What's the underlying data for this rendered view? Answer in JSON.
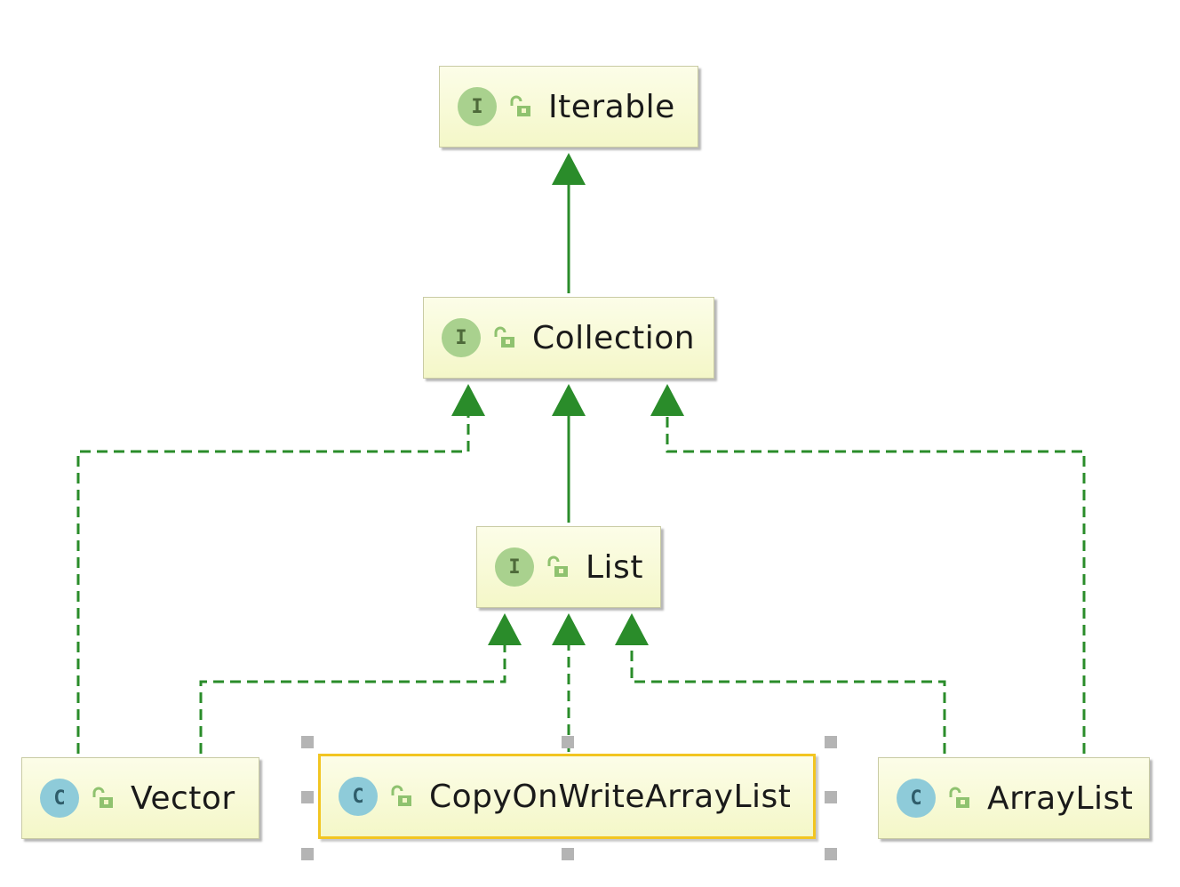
{
  "diagram": {
    "nodes": [
      {
        "id": "iterable",
        "kind": "interface",
        "badge": "I",
        "label": "Iterable"
      },
      {
        "id": "collection",
        "kind": "interface",
        "badge": "I",
        "label": "Collection"
      },
      {
        "id": "list",
        "kind": "interface",
        "badge": "I",
        "label": "List"
      },
      {
        "id": "vector",
        "kind": "class",
        "badge": "C",
        "label": "Vector"
      },
      {
        "id": "cowal",
        "kind": "class",
        "badge": "C",
        "label": "CopyOnWriteArrayList",
        "selected": true
      },
      {
        "id": "arraylist",
        "kind": "class",
        "badge": "C",
        "label": "ArrayList"
      }
    ],
    "edges": [
      {
        "from": "collection",
        "to": "iterable",
        "style": "extends"
      },
      {
        "from": "list",
        "to": "collection",
        "style": "extends"
      },
      {
        "from": "vector",
        "to": "collection",
        "style": "implements"
      },
      {
        "from": "arraylist",
        "to": "collection",
        "style": "implements"
      },
      {
        "from": "vector",
        "to": "list",
        "style": "implements"
      },
      {
        "from": "cowal",
        "to": "list",
        "style": "implements"
      },
      {
        "from": "arraylist",
        "to": "list",
        "style": "implements"
      }
    ],
    "colors": {
      "edge": "#2a8c2a",
      "node_fill": "#f7f9d2",
      "selected_border": "#f2c521",
      "interface_badge": "#a9d18e",
      "class_badge": "#8ecbd9",
      "lock_icon": "#8fc26f"
    },
    "icons": {
      "interface": "interface-badge-icon",
      "class": "class-badge-icon",
      "access": "lock-icon"
    }
  }
}
